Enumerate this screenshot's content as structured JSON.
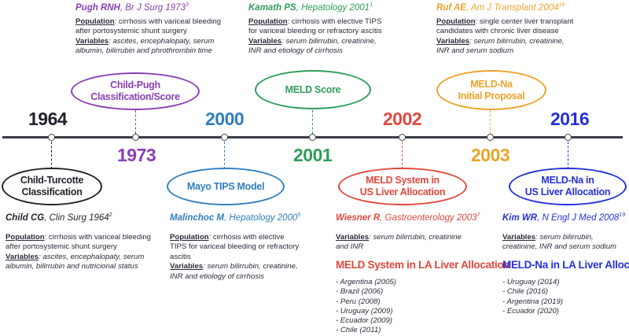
{
  "colors": {
    "child_turcotte": "#1f232b",
    "child_pugh": "#8a3fb5",
    "mayo": "#2f7fbf",
    "meld": "#2e9e5a",
    "meld_us": "#e0483d",
    "meld_na_initial": "#eca32a",
    "meld_na_us": "#2531d8",
    "axis": "#3a3d47"
  },
  "events": [
    {
      "id": "child_turcotte",
      "year": "1964",
      "label": "Child-Turcotte Classification",
      "label_lines": [
        "Child-Turcotte",
        "Classification"
      ],
      "citation": {
        "author": "Child CG",
        "journal": ", Clin Surg 1964",
        "ref": "2"
      },
      "population_label": "Population",
      "population": ": cirrhosis with variceal bleeding after portosystemic shunt surgery",
      "variables_label": "Variables",
      "variables": ": ascites, encephalopaty, serum albumin, bilirrubin and nutricional status"
    },
    {
      "id": "child_pugh",
      "year": "1973",
      "label": "Child-Pugh Classification/Score",
      "label_lines": [
        "Child-Pugh",
        "Classification/Score"
      ],
      "citation": {
        "author": "Pugh RNH",
        "journal": ", Br J Surg 1973",
        "ref": "3"
      },
      "population_label": "Population",
      "population": ": cirrhosis with variceal bleeding after portosystemic shunt surgery",
      "variables_label": "Variables",
      "variables": ": ascites, encephalopaty, serum albumin, bilirrubin and phrothrombin time"
    },
    {
      "id": "mayo",
      "year": "2000",
      "label": "Mayo TIPS Model",
      "label_lines": [
        "Mayo TIPS Model"
      ],
      "citation": {
        "author": "Malinchoc M",
        "journal": ", Hepatology 2000",
        "ref": "5"
      },
      "population_label": "Population",
      "population": ": cirrhosis with elective TIPS for variceal bleeding or refractory ascitis",
      "variables_label": "Variables",
      "variables": ": serum bilirrubin, creatinine, INR and etiology of cirrhosis"
    },
    {
      "id": "meld",
      "year": "2001",
      "label": "MELD Score",
      "label_lines": [
        "MELD Score"
      ],
      "citation": {
        "author": "Kamath PS",
        "journal": ", Hepatology 2001",
        "ref": "1"
      },
      "population_label": "Population",
      "population": ": cirrhosis with elective TIPS for variceal bleeding or refractory ascitis",
      "variables_label": "Variables",
      "variables": ": serum bilirrubin, creatinine, INR and etiology of cirrhosis"
    },
    {
      "id": "meld_us",
      "year": "2002",
      "label": "MELD System in US Liver Allocation",
      "label_lines": [
        "MELD System in",
        "US Liver Allocation"
      ],
      "citation": {
        "author": "Wiesner R",
        "journal": ", Gastroenterology 2003",
        "ref": "7"
      },
      "variables_label": "Variables",
      "variables": ": serum bilirrubin, creatinine and INR",
      "la_title": "MELD System in LA Liver Allocation",
      "la_countries": [
        "- Argentina (2005)",
        "- Brazil (2006)",
        "- Peru (2008)",
        "- Uruguay (2009)",
        "- Ecuador (2009)",
        "- Chile (2011)"
      ]
    },
    {
      "id": "meld_na_initial",
      "year": "2003",
      "label": "MELD-Na Initial Proposal",
      "label_lines": [
        "MELD-Na",
        "Initial Proposal"
      ],
      "citation": {
        "author": "Ruf AE",
        "journal": ", Am J Transplant 2004",
        "ref": "16"
      },
      "population_label": "Population",
      "population": ": single center liver transplant candidates with chronic liver disease",
      "variables_label": "Variables",
      "variables": ": serum bilirrubin, creatinine, INR and serum sodium"
    },
    {
      "id": "meld_na_us",
      "year": "2016",
      "label": "MELD-Na in US Liver Allocation",
      "label_lines": [
        "MELD-Na in",
        "US Liver Allocation"
      ],
      "citation": {
        "author": "Kim WR",
        "journal": ", N Engl J Med 2008",
        "ref": "19"
      },
      "variables_label": "Variables",
      "variables": ": serum bilirrubin, creatinine, INR and serum sodium",
      "la_title": "MELD-Na in LA Liver Allocation",
      "la_countries": [
        "- Uruguay (2014)",
        "- Chile (2016)",
        "- Argentina (2019)",
        "- Ecuador (2020)"
      ]
    }
  ]
}
